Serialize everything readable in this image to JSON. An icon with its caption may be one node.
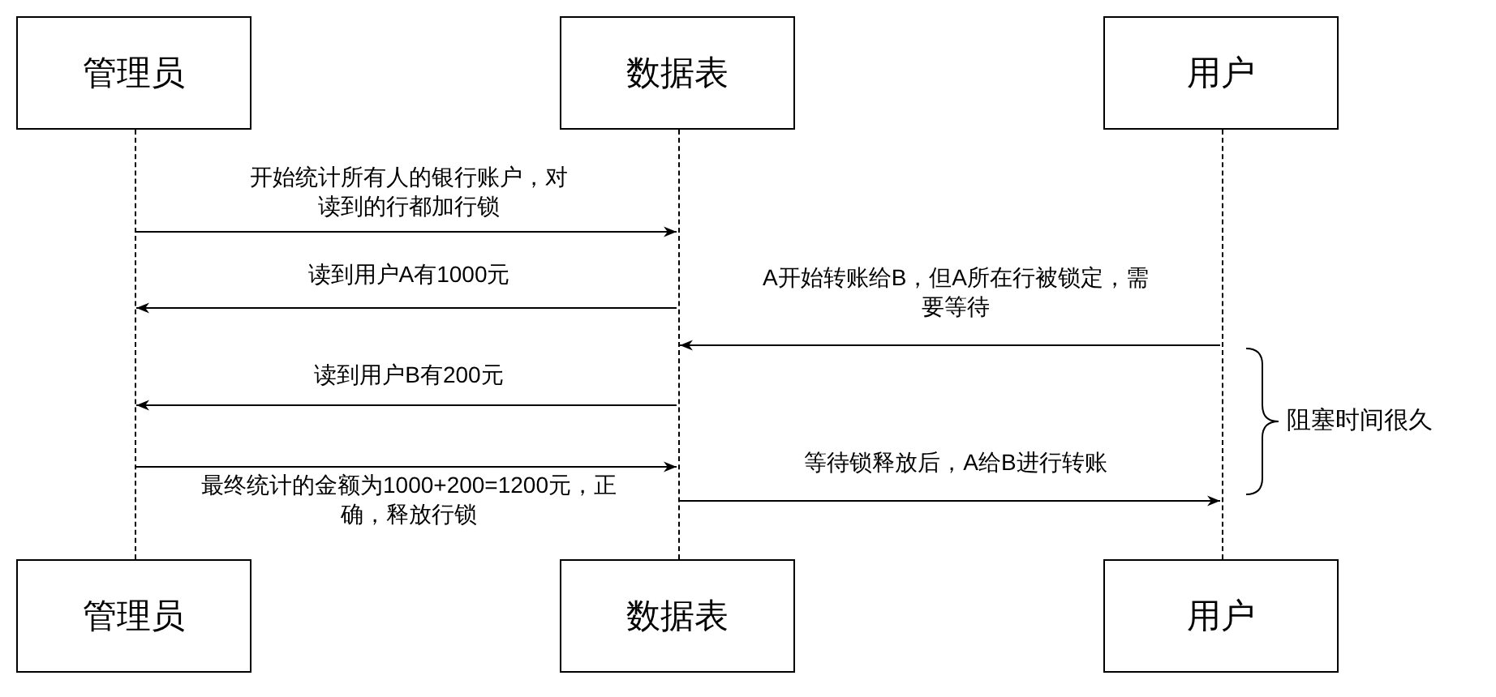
{
  "diagram": {
    "nodes": [
      {
        "text": [
          "管理员"
        ]
      },
      {
        "text": [
          "数据表"
        ]
      },
      {
        "text": [
          "用户"
        ]
      },
      {
        "text": [
          "管理员"
        ]
      },
      {
        "text": [
          "数据表"
        ]
      },
      {
        "text": [
          "用户"
        ]
      },
      {
        "text": [],
        "shape": "line"
      },
      {
        "text": [],
        "shape": "line"
      },
      {
        "text": [],
        "shape": "line"
      }
    ],
    "edges": [
      {
        "from": 6,
        "to": 7,
        "arrow": "to",
        "label": "开始统计所有人的银行账户，对读到的行都加行锁"
      },
      {
        "from": 7,
        "to": 6,
        "arrow": "to",
        "label": "读到用户A有1000元"
      },
      {
        "from": 8,
        "to": 7,
        "arrow": "to",
        "label": "A开始转账给B，但A所在行被锁定，需要等待"
      },
      {
        "from": 7,
        "to": 6,
        "arrow": "to",
        "label": "读到用户B有200元"
      },
      {
        "from": 6,
        "to": 7,
        "arrow": "to",
        "label": "最终统计的金额为1000+200=1200元，正确，释放行锁"
      },
      {
        "from": 7,
        "to": 8,
        "arrow": "to",
        "label": "等待锁释放后，A给B进行转账"
      }
    ],
    "labels": [
      "阻塞时间很久"
    ]
  }
}
